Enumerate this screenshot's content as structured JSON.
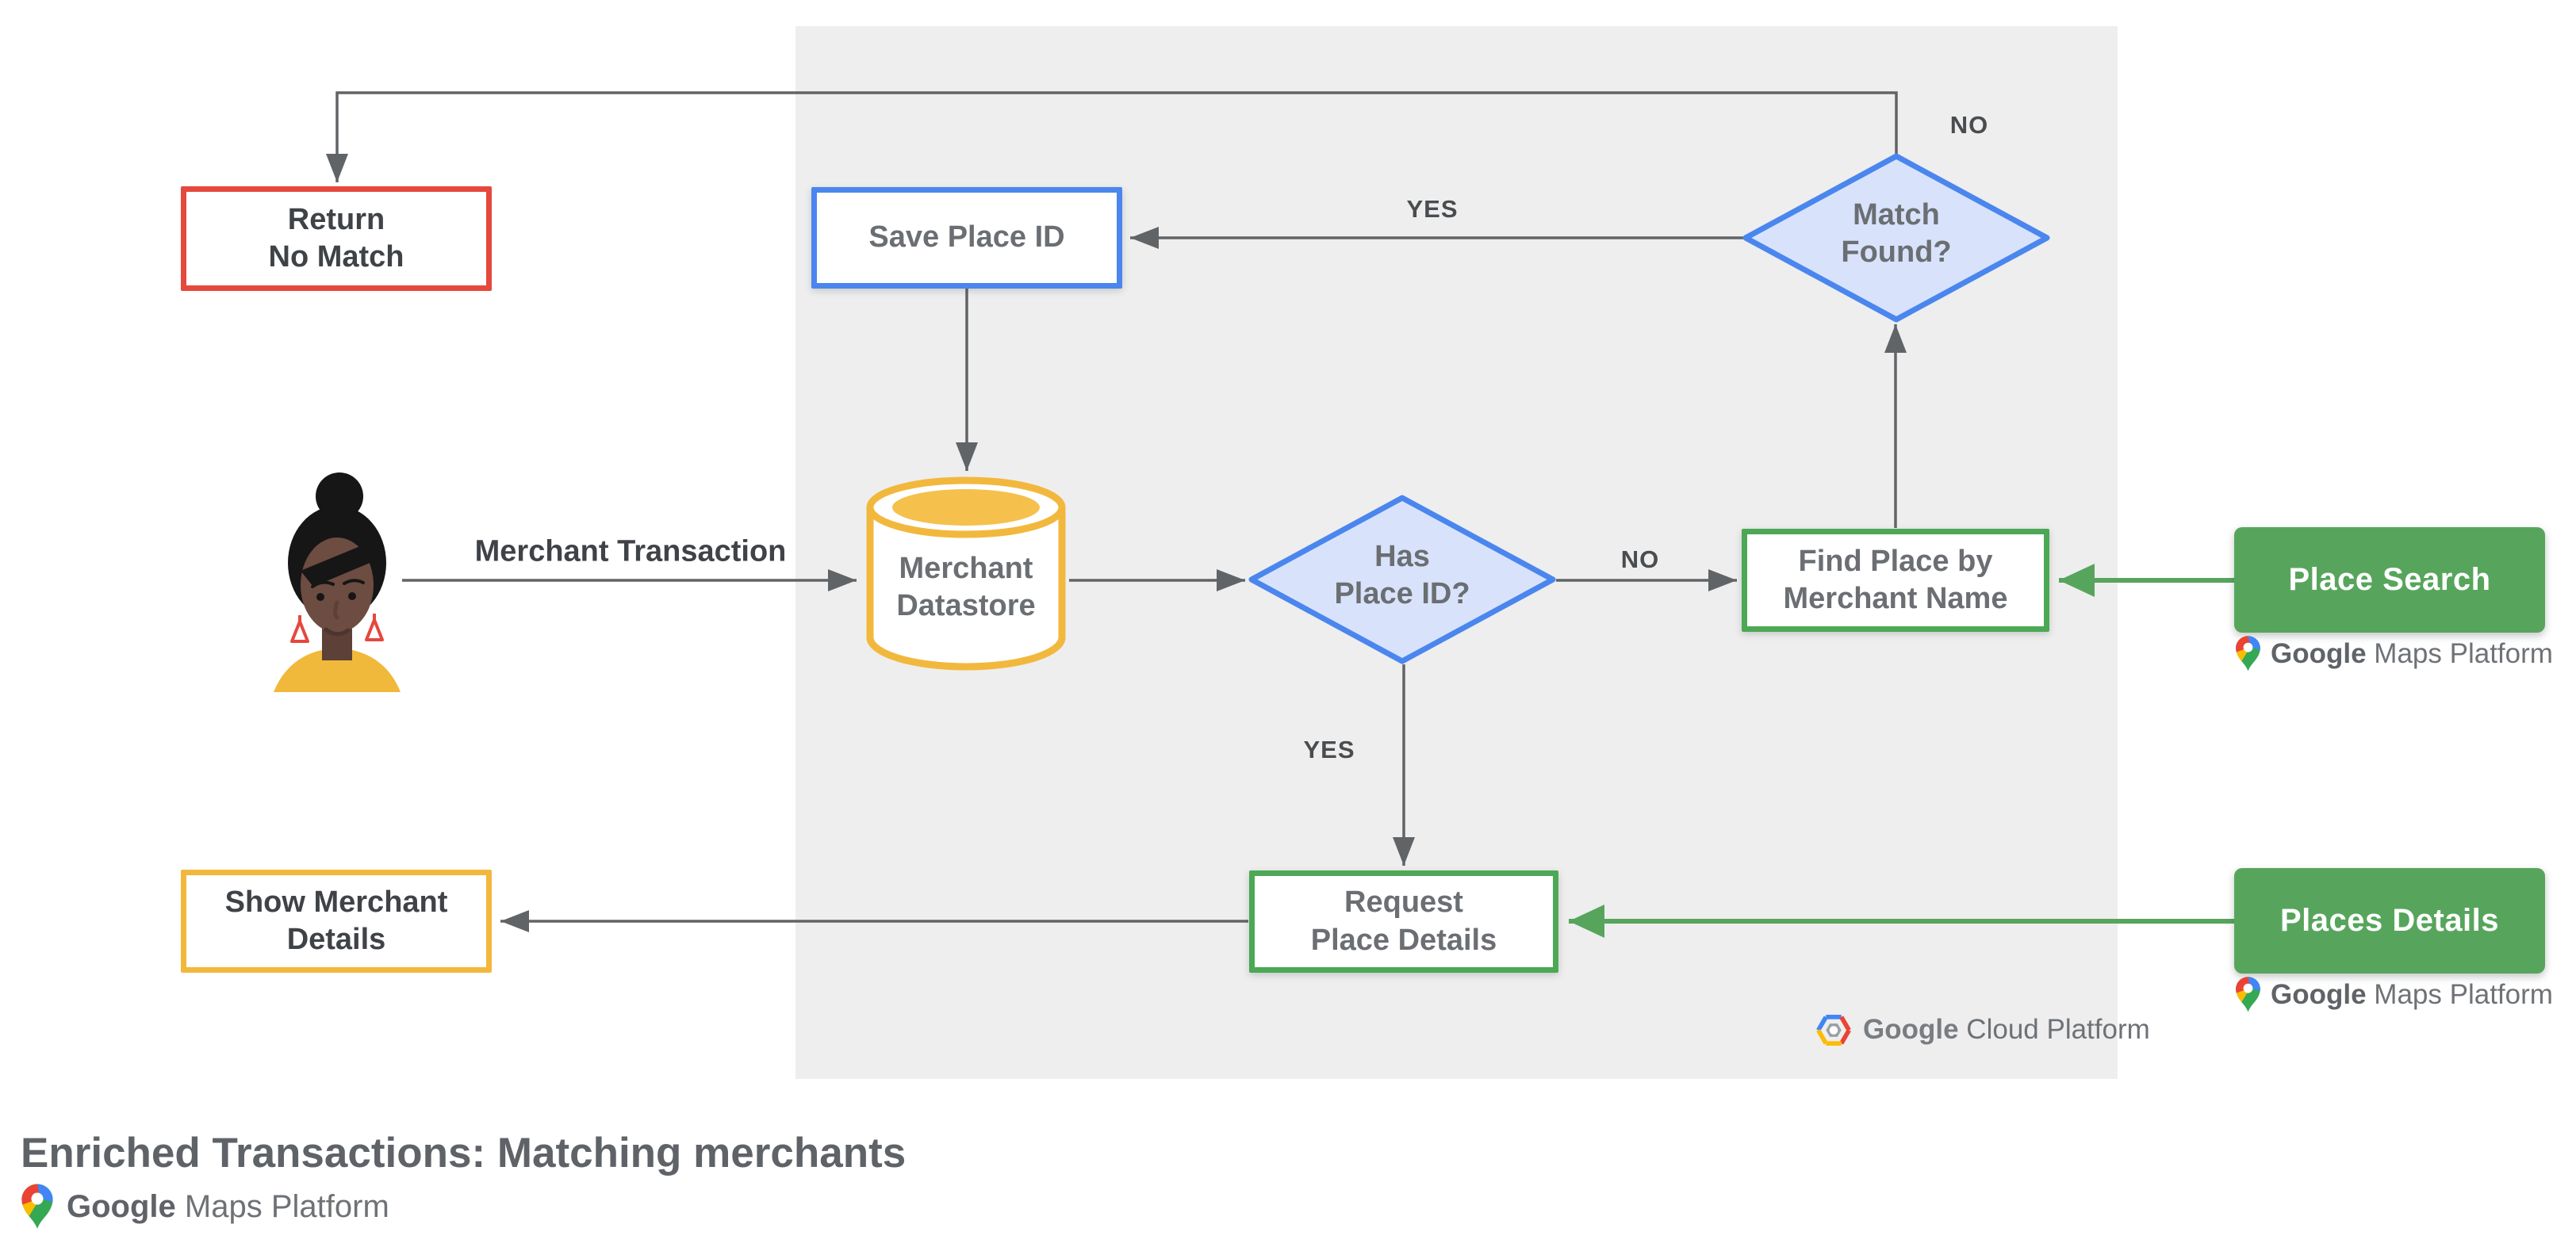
{
  "title": "Enriched Transactions: Matching merchants",
  "colors": {
    "panel_bg": "#EEEEEE",
    "red": "#E5483C",
    "blue": "#4A86EE",
    "blue_fill": "#D8E3FB",
    "yellow": "#F2B83D",
    "yellow_fill": "#F5C14C",
    "green_fill": "#57A55C",
    "green_border": "#4CA855",
    "connector_gray": "#616467",
    "text_mid": "#6B6E72",
    "text_dark": "#3F4347"
  },
  "nodes": {
    "return_no_match": {
      "label": "Return\nNo Match"
    },
    "save_place_id": {
      "label": "Save Place ID"
    },
    "match_found": {
      "label": "Match\nFound?"
    },
    "merchant_datastore": {
      "label": "Merchant\nDatastore"
    },
    "has_place_id": {
      "label": "Has\nPlace ID?"
    },
    "find_place_by_merchant_name": {
      "label": "Find Place by\nMerchant Name"
    },
    "request_place_details": {
      "label": "Request\nPlace Details"
    },
    "show_merchant_details": {
      "label": "Show Merchant\nDetails"
    },
    "place_search": {
      "label": "Place Search"
    },
    "places_details": {
      "label": "Places Details"
    }
  },
  "edge_labels": {
    "merchant_transaction": "Merchant Transaction",
    "match_found_no": "NO",
    "match_found_yes": "YES",
    "has_place_id_no": "NO",
    "has_place_id_yes": "YES"
  },
  "logos": {
    "gmp": {
      "google": "Google",
      "product": "Maps Platform"
    },
    "gcp": {
      "google": "Google",
      "product": "Cloud Platform"
    }
  }
}
